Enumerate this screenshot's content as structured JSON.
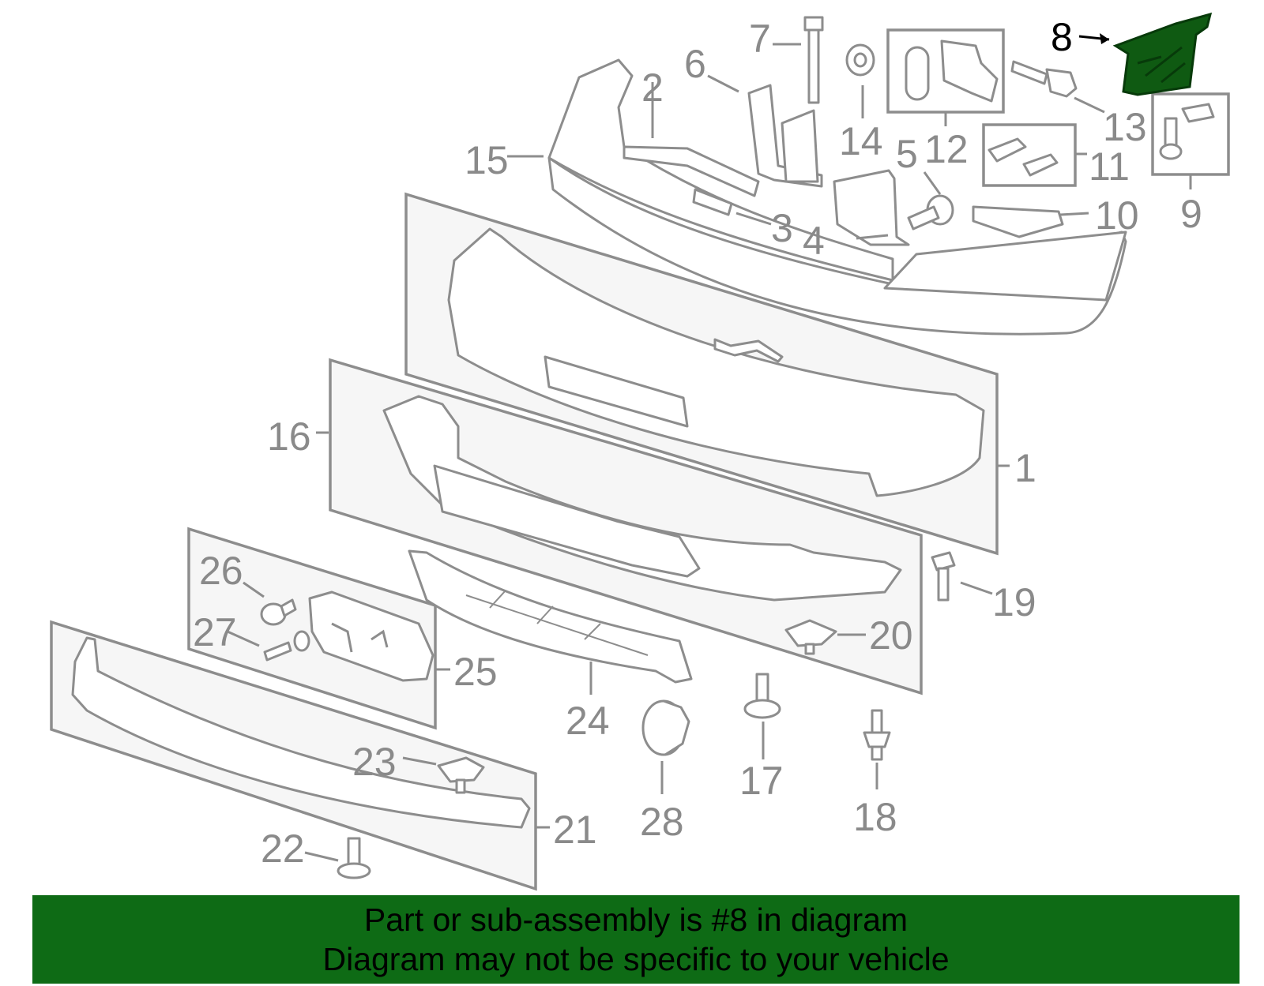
{
  "highlighted_part": "8",
  "callouts": {
    "c1": "1",
    "c2": "2",
    "c3": "3",
    "c4": "4",
    "c5": "5",
    "c6": "6",
    "c7": "7",
    "c8": "8",
    "c9": "9",
    "c10": "10",
    "c11": "11",
    "c12": "12",
    "c13": "13",
    "c14": "14",
    "c15": "15",
    "c16": "16",
    "c17": "17",
    "c18": "18",
    "c19": "19",
    "c20": "20",
    "c21": "21",
    "c22": "22",
    "c23": "23",
    "c24": "24",
    "c25": "25",
    "c26": "26",
    "c27": "27",
    "c28": "28"
  },
  "banner": {
    "line1": "Part or sub-assembly is #8 in diagram",
    "line2": "Diagram may not be specific to your vehicle"
  },
  "colors": {
    "highlight": "#0f5a12",
    "banner": "#0e6b15",
    "line": "#8d8d8d"
  }
}
